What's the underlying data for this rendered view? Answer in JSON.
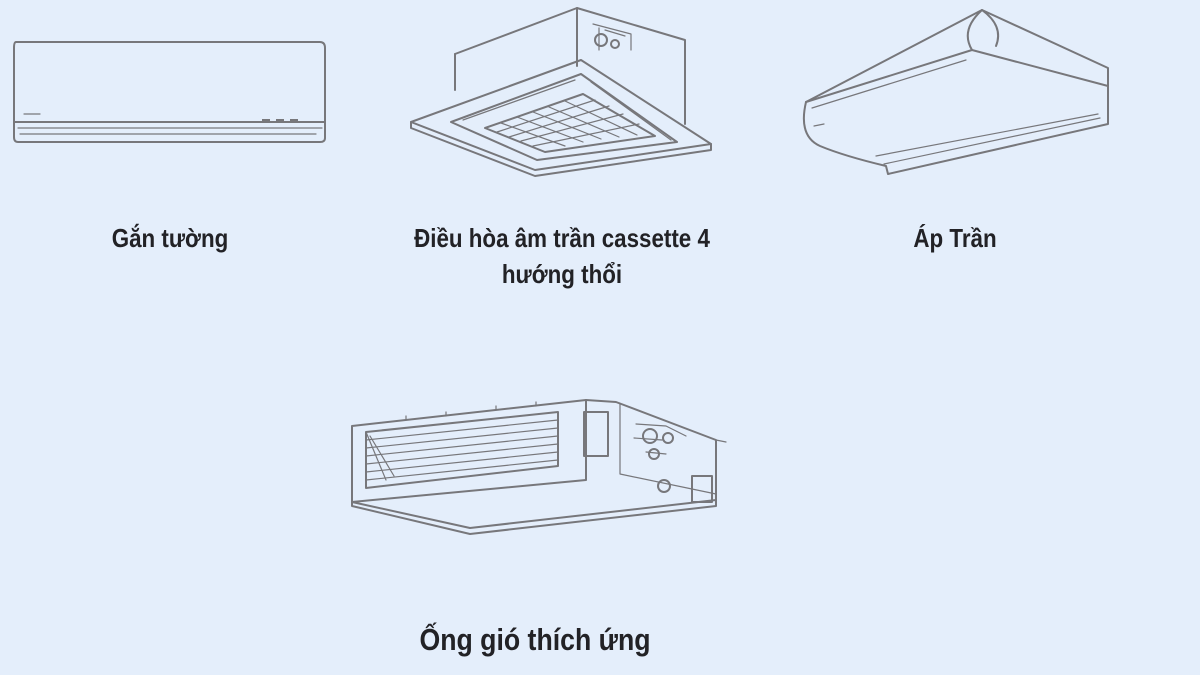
{
  "items": [
    {
      "caption": "Gắn tường",
      "icon": "wall-mounted-ac-icon"
    },
    {
      "caption": "Điều hòa âm trần cassette 4 hướng thổi",
      "icon": "ceiling-cassette-ac-icon"
    },
    {
      "caption": "Áp Trần",
      "icon": "ceiling-suspended-ac-icon"
    },
    {
      "caption": "Ống gió thích ứng",
      "icon": "ducted-ac-icon"
    }
  ],
  "colors": {
    "background": "#e4eefb",
    "line_art": "#77777b",
    "text": "#222226"
  }
}
